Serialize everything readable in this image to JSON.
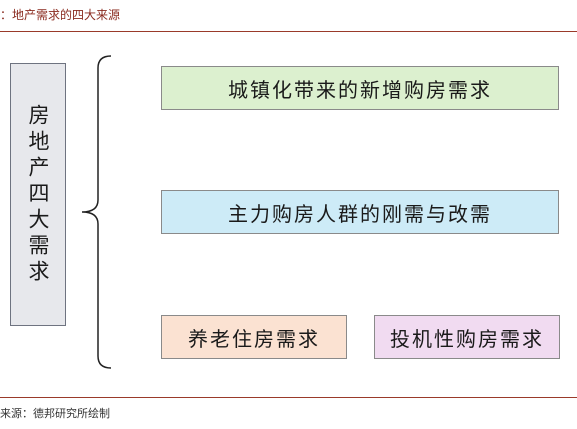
{
  "header": {
    "caption": "：地产需求的四大来源"
  },
  "diagram": {
    "root_label": "房地产四大需求",
    "branches": [
      {
        "label": "城镇化带来的新增购房需求",
        "color": "#dcf0cf"
      },
      {
        "label": "主力购房人群的刚需与改需",
        "color": "#cdebf7"
      },
      {
        "label": "养老住房需求",
        "color": "#fbe2d2"
      },
      {
        "label": "投机性购房需求",
        "color": "#f1dbf1"
      }
    ]
  },
  "footer": {
    "source": "来源：德邦研究所绘制"
  }
}
